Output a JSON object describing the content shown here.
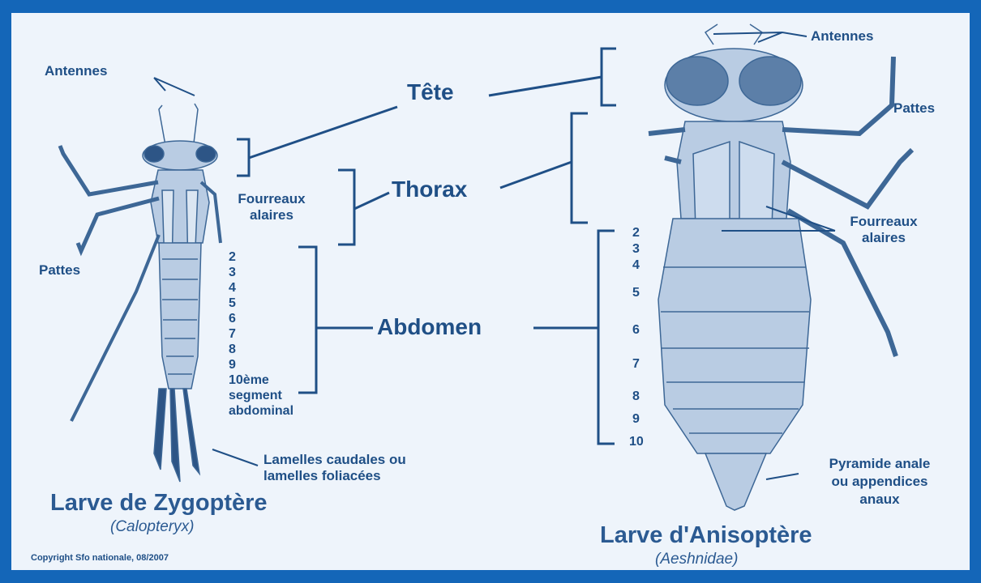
{
  "left": {
    "antennes": "Antennes",
    "pattes": "Pattes",
    "fourreaux": [
      "Fourreaux",
      "alaires"
    ],
    "segments": [
      "2",
      "3",
      "4",
      "5",
      "6",
      "7",
      "8",
      "9",
      "10ème",
      "segment",
      "abdominal"
    ],
    "lamelles": [
      "Lamelles caudales ou",
      "lamelles foliacées"
    ],
    "title": "Larve de Zygoptère",
    "subtitle": "(Calopteryx)"
  },
  "center": {
    "tete": "Tête",
    "thorax": "Thorax",
    "abdomen": "Abdomen"
  },
  "right": {
    "antennes": "Antennes",
    "pattes": "Pattes",
    "fourreaux": [
      "Fourreaux",
      "alaires"
    ],
    "segments": [
      "2",
      "3",
      "4",
      "5",
      "6",
      "7",
      "8",
      "9",
      "10"
    ],
    "pyramide": [
      "Pyramide anale",
      "ou appendices",
      "anaux"
    ],
    "title": "Larve d'Anisoptère",
    "subtitle": "(Aeshnidae)"
  },
  "copyright": "Copyright Sfo nationale, 08/2007",
  "colors": {
    "border": "#1466b8",
    "ink": "#1f4f86",
    "body": "#9fb6d2"
  }
}
